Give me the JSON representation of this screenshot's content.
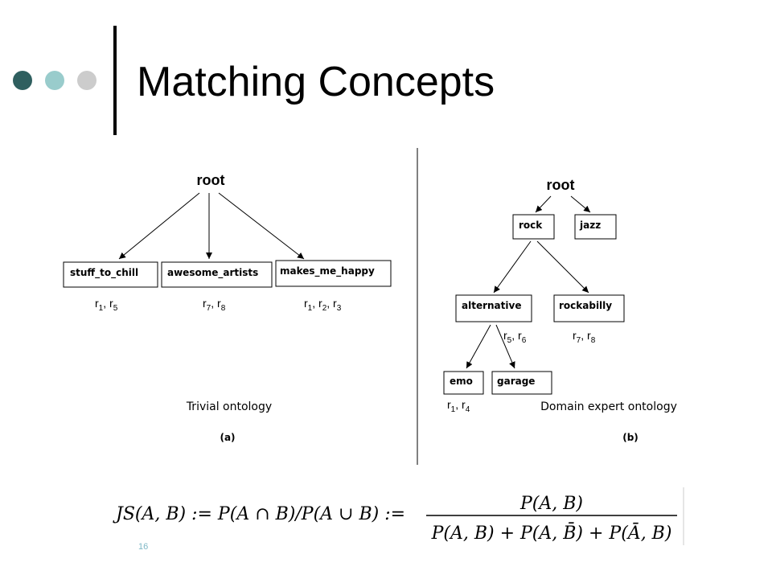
{
  "header": {
    "title": "Matching Concepts",
    "dots": [
      "#2f5f5f",
      "#99cccc",
      "#cccccc"
    ],
    "bar_color": "#000000"
  },
  "diagram_a": {
    "root": "root",
    "nodes": [
      "stuff_to_chill",
      "awesome_artists",
      "makes_me_happy"
    ],
    "annotations": [
      [
        [
          "r",
          "1"
        ],
        [
          "r",
          "5"
        ]
      ],
      [
        [
          "r",
          "7"
        ],
        [
          "r",
          "8"
        ]
      ],
      [
        [
          "r",
          "1"
        ],
        [
          "r",
          "2"
        ],
        [
          "r",
          "3"
        ]
      ]
    ],
    "caption": "Trivial ontology",
    "label": "(a)"
  },
  "diagram_b": {
    "root": "root",
    "rock": "rock",
    "jazz": "jazz",
    "alternative": "alternative",
    "rockabilly": "rockabilly",
    "emo": "emo",
    "garage": "garage",
    "ann_alternative": [
      [
        "r",
        "5"
      ],
      [
        "r",
        "6"
      ]
    ],
    "ann_rockabilly": [
      [
        "r",
        "7"
      ],
      [
        "r",
        "8"
      ]
    ],
    "ann_emo": [
      [
        "r",
        "1"
      ],
      [
        "r",
        "4"
      ]
    ],
    "caption": "Domain expert ontology",
    "label": "(b)"
  },
  "formula": {
    "lhs": "JS(A, B) := P(A ∩ B)/P(A ∪ B) :=",
    "numerator": "P(A, B)",
    "denominator": "P(A, B) + P(A, B̄) + P(Ā, B)"
  },
  "page_number": "16"
}
